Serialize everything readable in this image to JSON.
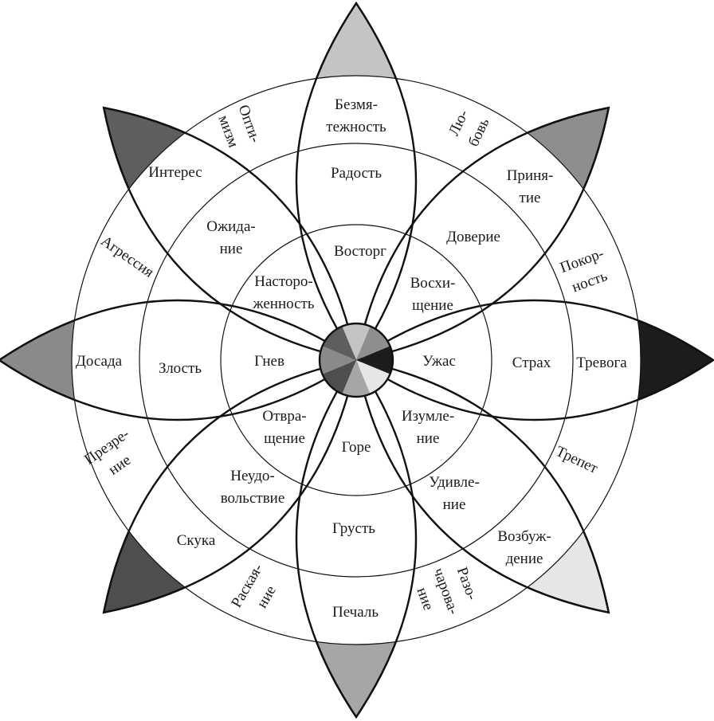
{
  "title": "Колесо эмоций",
  "colors": {
    "stroke": "#111111",
    "petal_tips": [
      "#c4c4c4",
      "#8e8e8e",
      "#1c1c1c",
      "#e6e6e6",
      "#a6a6a6",
      "#4e4e4e",
      "#8a8a8a",
      "#5e5e5e"
    ]
  },
  "labels": [
    {
      "lines": [
        "Безмя-",
        "тежность"
      ]
    },
    {
      "lines": [
        "Радость"
      ]
    },
    {
      "lines": [
        "Восторг"
      ]
    },
    {
      "lines": [
        "Насторо-",
        "женность"
      ]
    },
    {
      "lines": [
        "Восхи-",
        "щение"
      ]
    },
    {
      "lines": [
        "Гнев"
      ]
    },
    {
      "lines": [
        "Ужас"
      ]
    },
    {
      "lines": [
        "Отвра-",
        "щение"
      ]
    },
    {
      "lines": [
        "Изумле-",
        "ние"
      ]
    },
    {
      "lines": [
        "Горе"
      ]
    },
    {
      "lines": [
        "Ожида-",
        "ние"
      ]
    },
    {
      "lines": [
        "Доверие"
      ]
    },
    {
      "lines": [
        "Интерес"
      ]
    },
    {
      "lines": [
        "Приня-",
        "тие"
      ]
    },
    {
      "lines": [
        "Злость"
      ]
    },
    {
      "lines": [
        "Страх"
      ]
    },
    {
      "lines": [
        "Досада"
      ]
    },
    {
      "lines": [
        "Тревога"
      ]
    },
    {
      "lines": [
        "Неудо-",
        "вольствие"
      ]
    },
    {
      "lines": [
        "Удивле-",
        "ние"
      ]
    },
    {
      "lines": [
        "Грусть"
      ]
    },
    {
      "lines": [
        "Скука"
      ]
    },
    {
      "lines": [
        "Возбуж-",
        "дение"
      ]
    },
    {
      "lines": [
        "Печаль"
      ]
    },
    {
      "lines": [
        "Опти-",
        "мизм"
      ]
    },
    {
      "lines": [
        "Лю-",
        "бовь"
      ]
    },
    {
      "lines": [
        "Агрессия"
      ]
    },
    {
      "lines": [
        "Покор-",
        "ность"
      ]
    },
    {
      "lines": [
        "Презре-",
        "ние"
      ]
    },
    {
      "lines": [
        "Трепет"
      ]
    },
    {
      "lines": [
        "Раская-",
        "ние"
      ]
    },
    {
      "lines": [
        "Разо-",
        "чарова-",
        "ние"
      ]
    }
  ]
}
